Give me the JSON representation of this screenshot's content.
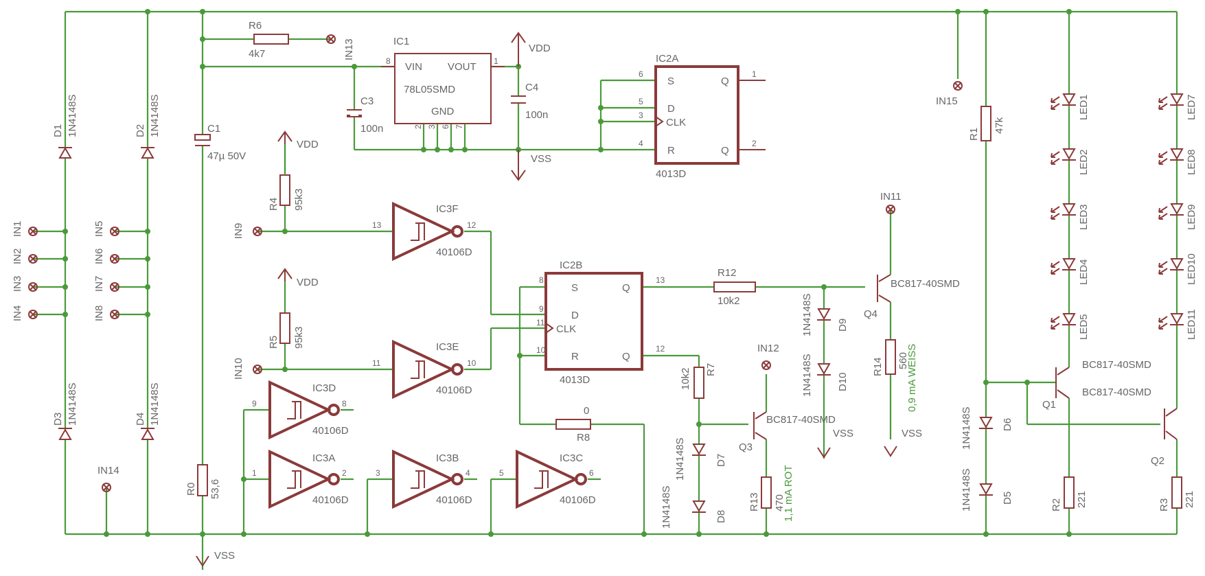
{
  "colors": {
    "wire": "#4a9a3a",
    "component": "#8b3a3a",
    "label": "#666666",
    "note": "#4a9a3a",
    "background": "#ffffff"
  },
  "parts": {
    "R6": {
      "name": "R6",
      "value": "4k7"
    },
    "IC1": {
      "name": "IC1",
      "type": "78L05SMD",
      "vin": "VIN",
      "vout": "VOUT",
      "gnd": "GND",
      "p8": "8",
      "p1": "1",
      "p2": "2",
      "p3": "3",
      "p6": "6",
      "p7": "7"
    },
    "C3": {
      "name": "C3",
      "value": "100n"
    },
    "C4": {
      "name": "C4",
      "value": "100n"
    },
    "C1": {
      "name": "C1",
      "value": "47µ 50V"
    },
    "IC2A": {
      "name": "IC2A",
      "type": "4013D",
      "s": "S",
      "d": "D",
      "clk": "CLK",
      "r": "R",
      "q": "Q",
      "qn": "Q",
      "p6": "6",
      "p5": "5",
      "p3": "3",
      "p4": "4",
      "p1": "1",
      "p2": "2"
    },
    "IC2B": {
      "name": "IC2B",
      "type": "4013D",
      "s": "S",
      "d": "D",
      "clk": "CLK",
      "r": "R",
      "q": "Q",
      "qn": "Q",
      "p8": "8",
      "p9": "9",
      "p11": "11",
      "p10": "10",
      "p13": "13",
      "p12": "12"
    },
    "R4": {
      "name": "R4",
      "value": "95k3"
    },
    "R5": {
      "name": "R5",
      "value": "95k3"
    },
    "IC3F": {
      "name": "IC3F",
      "type": "40106D",
      "in": "13",
      "out": "12"
    },
    "IC3E": {
      "name": "IC3E",
      "type": "40106D",
      "in": "11",
      "out": "10"
    },
    "IC3D": {
      "name": "IC3D",
      "type": "40106D",
      "in": "9",
      "out": "8"
    },
    "IC3A": {
      "name": "IC3A",
      "type": "40106D",
      "in": "1",
      "out": "2"
    },
    "IC3B": {
      "name": "IC3B",
      "type": "40106D",
      "in": "3",
      "out": "4"
    },
    "IC3C": {
      "name": "IC3C",
      "type": "40106D",
      "in": "5",
      "out": "6"
    },
    "R12": {
      "name": "R12",
      "value": "10k2"
    },
    "R7": {
      "name": "R7",
      "value": "10k2"
    },
    "R8": {
      "name": "R8",
      "value": "0"
    },
    "R0": {
      "name": "R0",
      "value": "53,6"
    },
    "R13": {
      "name": "R13",
      "value": "470"
    },
    "R14": {
      "name": "R14",
      "value": "560"
    },
    "R1": {
      "name": "R1",
      "value": "47k"
    },
    "R2": {
      "name": "R2",
      "value": "221"
    },
    "R3": {
      "name": "R3",
      "value": "221"
    },
    "Q1": {
      "name": "Q1",
      "type": "BC817-40SMD"
    },
    "Q2": {
      "name": "Q2",
      "type": "BC817-40SMD"
    },
    "Q3": {
      "name": "Q3",
      "type": "BC817-40SMD"
    },
    "Q4": {
      "name": "Q4",
      "type": "BC817-40SMD"
    },
    "D1": {
      "name": "D1",
      "type": "1N4148S"
    },
    "D2": {
      "name": "D2",
      "type": "1N4148S"
    },
    "D3": {
      "name": "D3",
      "type": "1N4148S"
    },
    "D4": {
      "name": "D4",
      "type": "1N4148S"
    },
    "D5": {
      "name": "D5",
      "type": "1N4148S"
    },
    "D6": {
      "name": "D6",
      "type": "1N4148S"
    },
    "D7": {
      "name": "D7",
      "type": "1N4148S"
    },
    "D8": {
      "name": "D8",
      "type": "1N4148S"
    },
    "D9": {
      "name": "D9",
      "type": "1N4148S"
    },
    "D10": {
      "name": "D10",
      "type": "1N4148S"
    }
  },
  "leds": [
    "LED1",
    "LED2",
    "LED3",
    "LED4",
    "LED5",
    "LED7",
    "LED8",
    "LED9",
    "LED10",
    "LED11"
  ],
  "inputs": [
    "IN1",
    "IN2",
    "IN3",
    "IN4",
    "IN5",
    "IN6",
    "IN7",
    "IN8",
    "IN9",
    "IN10",
    "IN11",
    "IN12",
    "IN13",
    "IN14",
    "IN15"
  ],
  "supplies": {
    "vdd": "VDD",
    "vss": "VSS"
  },
  "notes": {
    "rot": "1,1 mA ROT",
    "weiss": "0,9 mA WEISS"
  }
}
